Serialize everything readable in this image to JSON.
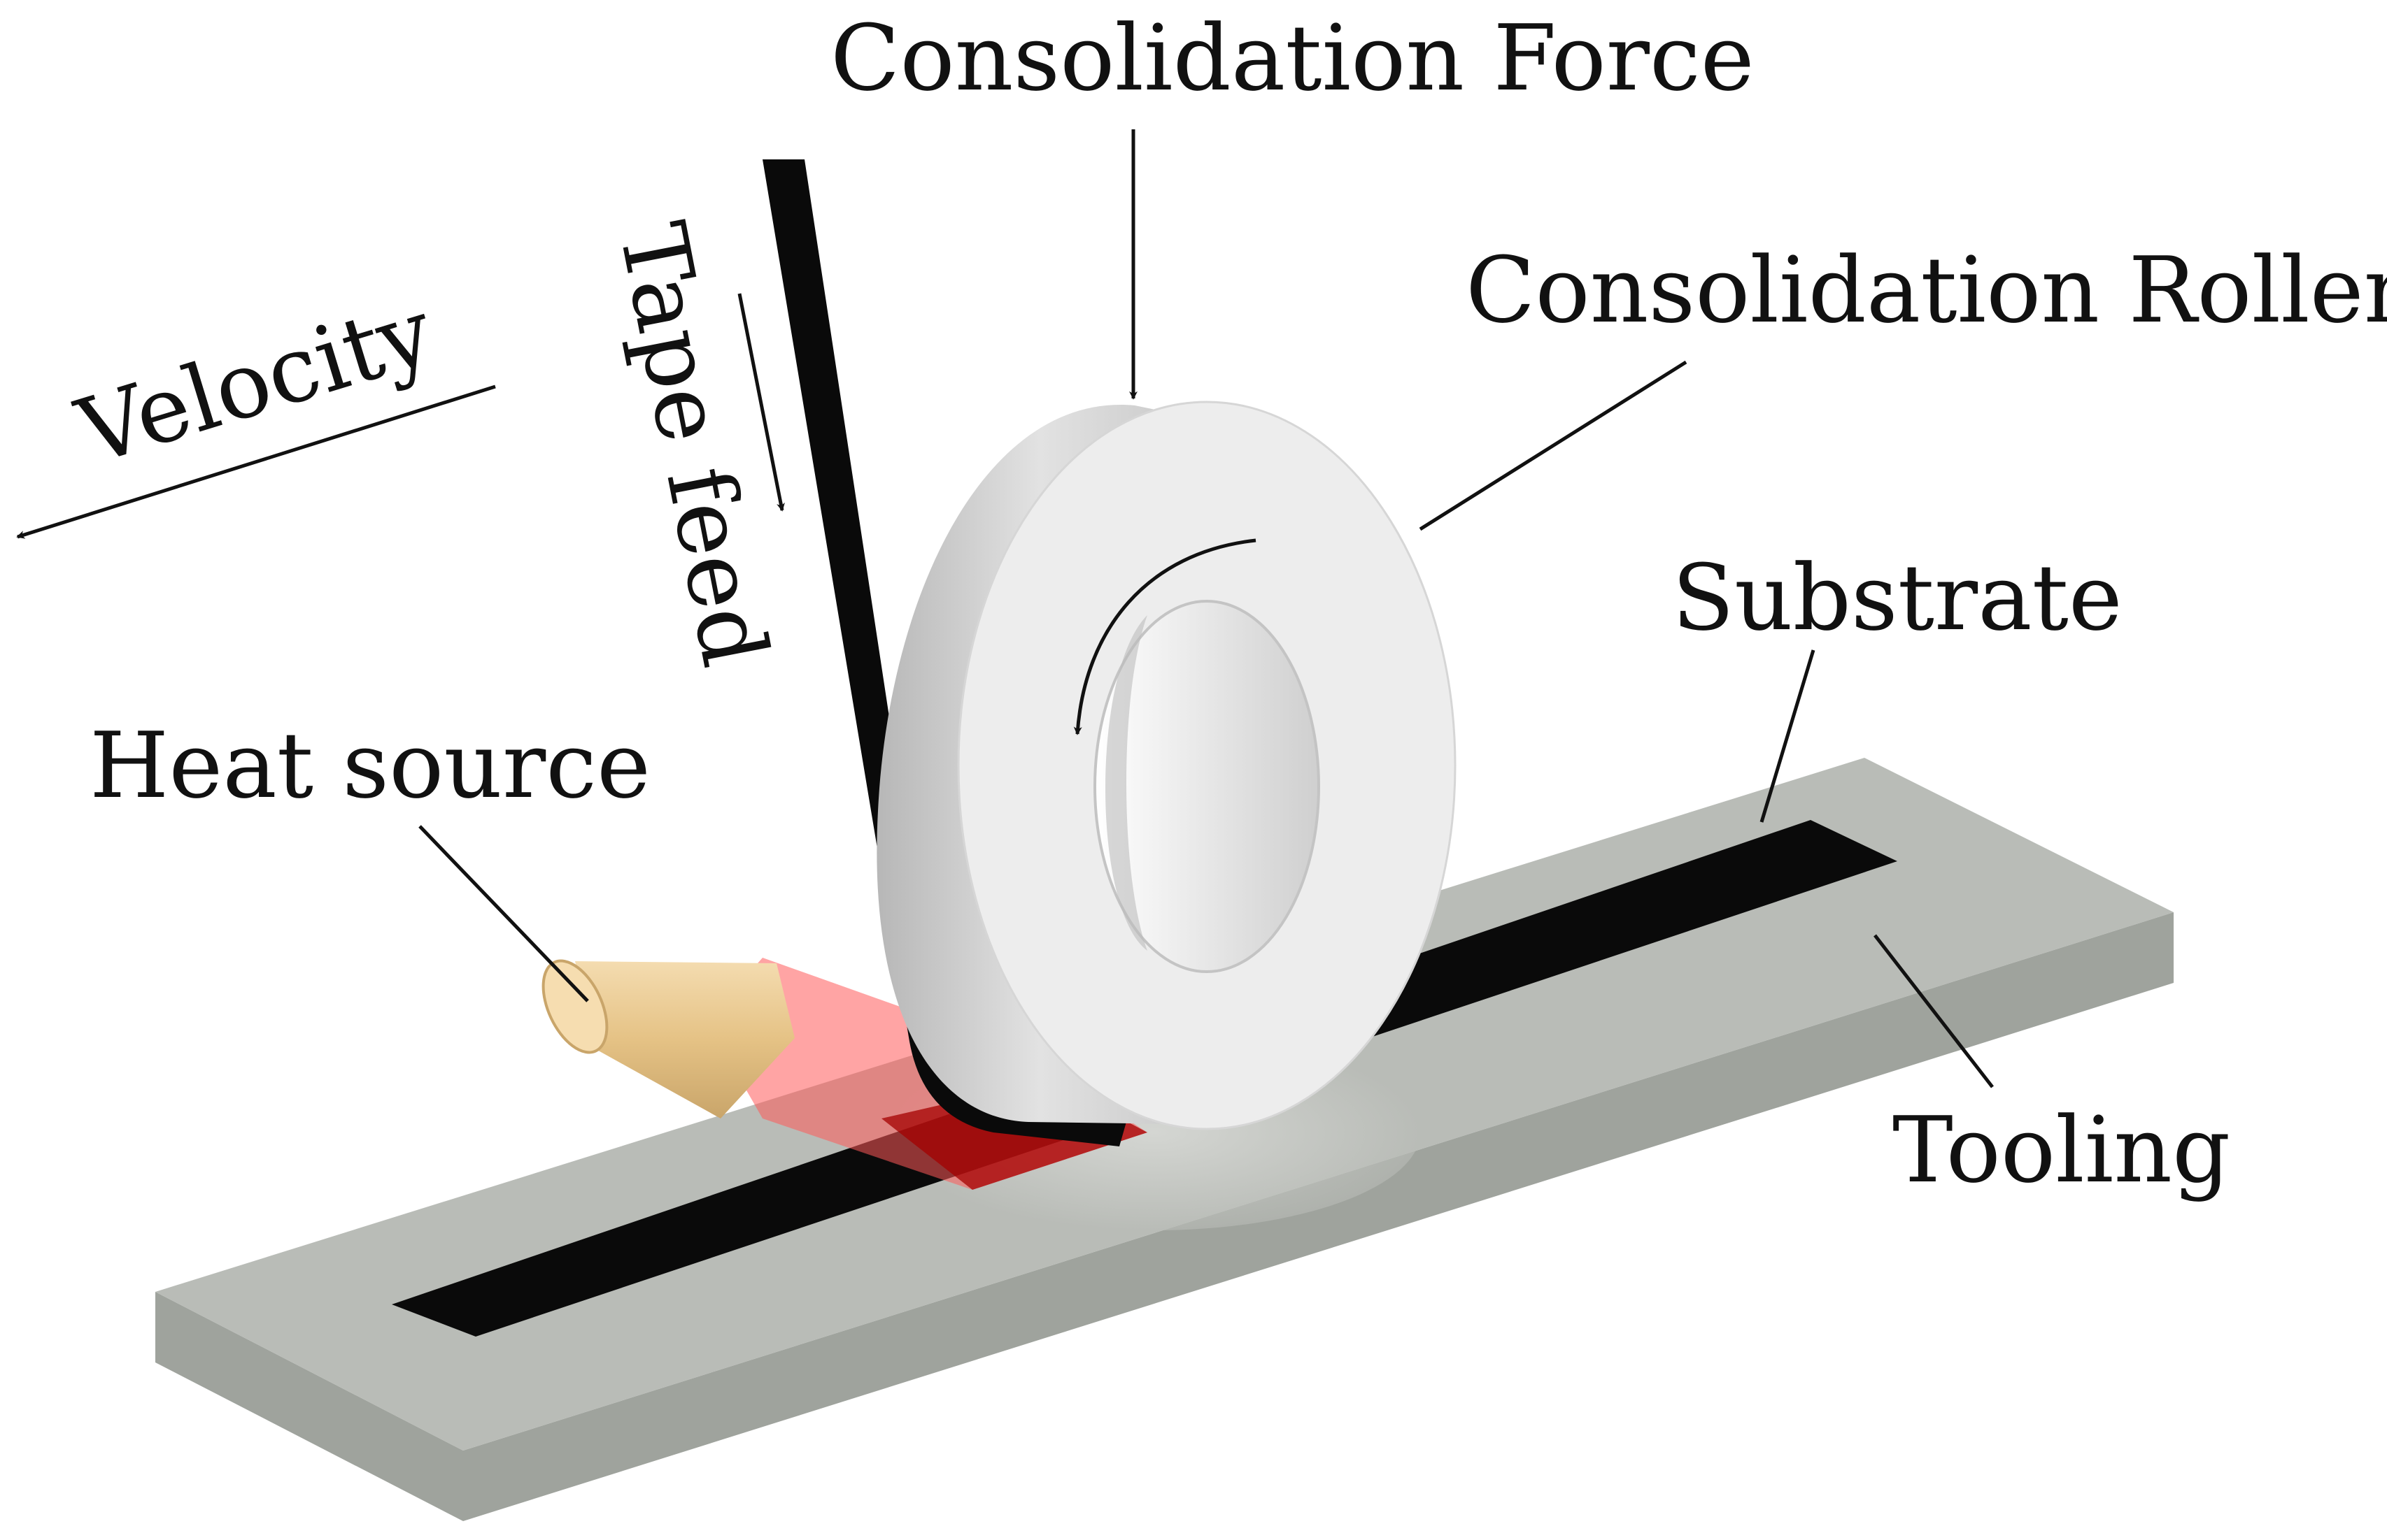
{
  "labels": {
    "consolidation_force": "Consolidation Force",
    "consolidation_roller": "Consolidation Roller",
    "velocity": "Velocity",
    "tape_feed": "Tape feed",
    "substrate": "Substrate",
    "heat_source": "Heat source",
    "tooling": "Tooling"
  },
  "colors": {
    "tooling_top": "#b9bcb7",
    "tooling_side": "#9ea29c",
    "tape": "#0a0a0a",
    "roller_face": "#eeeeee",
    "roller_side": "#cfcfcf",
    "heat_source": "#ecc98f",
    "laser": "#ff5a5a"
  }
}
